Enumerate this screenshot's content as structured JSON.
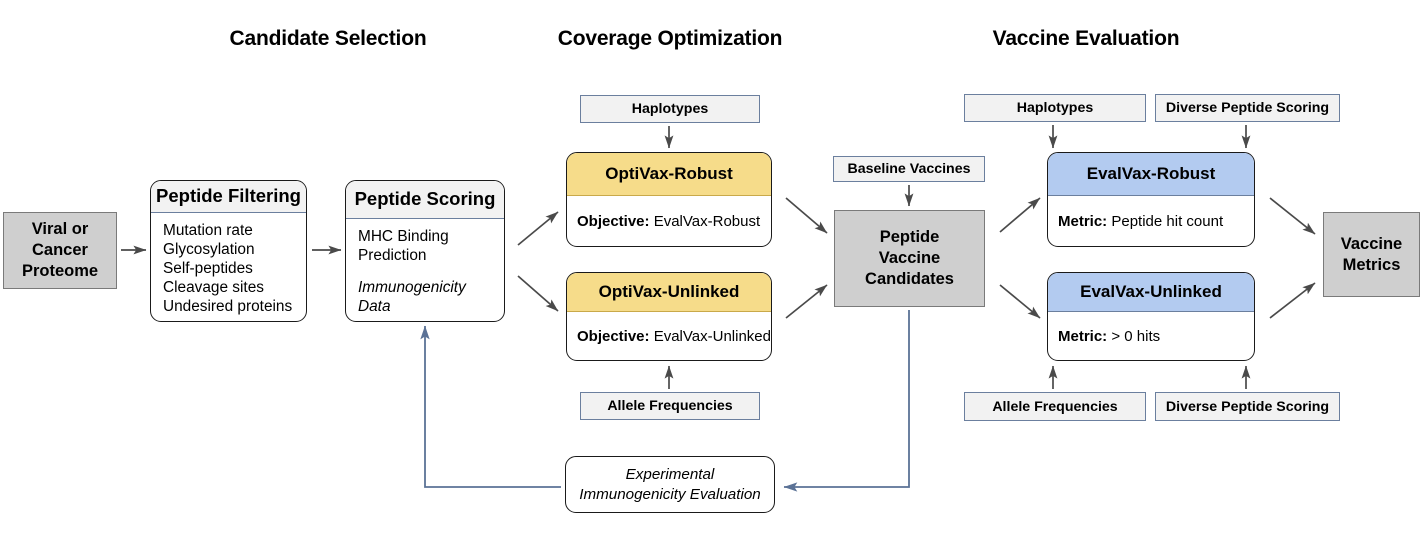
{
  "sections": [
    {
      "id": "candidate-selection",
      "title": "Candidate Selection"
    },
    {
      "id": "coverage-optimization",
      "title": "Coverage Optimization"
    },
    {
      "id": "vaccine-evaluation",
      "title": "Vaccine Evaluation"
    }
  ],
  "proteome": {
    "line1": "Viral or",
    "line2": "Cancer",
    "line3": "Proteome"
  },
  "peptide_filtering": {
    "title": "Peptide Filtering",
    "items": [
      "Mutation rate",
      "Glycosylation",
      "Self-peptides",
      "Cleavage sites",
      "Undesired proteins"
    ]
  },
  "peptide_scoring": {
    "title": "Peptide Scoring",
    "items": [
      "MHC Binding",
      "Prediction"
    ],
    "italic_items": [
      "Immunogenicity",
      "Data"
    ]
  },
  "optivax_robust": {
    "title": "OptiVax-Robust",
    "objective_label": "Objective:",
    "objective_value": "EvalVax-Robust",
    "input_above": "Haplotypes"
  },
  "optivax_unlinked": {
    "title": "OptiVax-Unlinked",
    "objective_label": "Objective:",
    "objective_value": "EvalVax-Unlinked",
    "input_below": "Allele Frequencies"
  },
  "candidates": {
    "input_above": "Baseline Vaccines",
    "line1": "Peptide",
    "line2": "Vaccine",
    "line3": "Candidates"
  },
  "evalvax_robust": {
    "title": "EvalVax-Robust",
    "metric_label": "Metric:",
    "metric_value": "Peptide hit count",
    "input_left": "Haplotypes",
    "input_right": "Diverse Peptide Scoring"
  },
  "evalvax_unlinked": {
    "title": "EvalVax-Unlinked",
    "metric_label": "Metric:",
    "metric_value": "> 0 hits",
    "input_left": "Allele Frequencies",
    "input_right": "Diverse Peptide Scoring"
  },
  "vaccine_metrics": {
    "line1": "Vaccine",
    "line2": "Metrics"
  },
  "experimental": {
    "line1": "Experimental",
    "line2": "Immunogenicity Evaluation"
  },
  "colors": {
    "optivax_header": "#f6dc8a",
    "evalvax_header": "#b3cbf0",
    "terminal_block": "#cfcfcf",
    "input_box": "#f2f2f2",
    "arrow_dark": "#4a4a4a",
    "arrow_blue": "#5b7296",
    "border_blue": "#6b7f9e",
    "border_dark": "#1a1a1a"
  }
}
